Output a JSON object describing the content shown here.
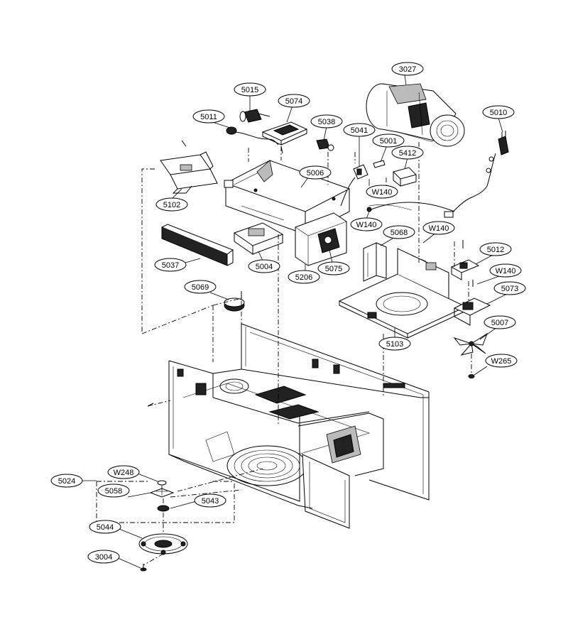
{
  "diagram": {
    "labels": [
      {
        "id": "3027",
        "text": "3027"
      },
      {
        "id": "5015",
        "text": "5015"
      },
      {
        "id": "5074",
        "text": "5074"
      },
      {
        "id": "5011",
        "text": "5011"
      },
      {
        "id": "5038",
        "text": "5038"
      },
      {
        "id": "5041",
        "text": "5041"
      },
      {
        "id": "5010",
        "text": "5010"
      },
      {
        "id": "5001",
        "text": "5001"
      },
      {
        "id": "5412",
        "text": "5412"
      },
      {
        "id": "5006",
        "text": "5006"
      },
      {
        "id": "W140a",
        "text": "W140"
      },
      {
        "id": "5102",
        "text": "5102"
      },
      {
        "id": "W140b",
        "text": "W140"
      },
      {
        "id": "W140c",
        "text": "W140"
      },
      {
        "id": "5068",
        "text": "5068"
      },
      {
        "id": "5012",
        "text": "5012"
      },
      {
        "id": "5037",
        "text": "5037"
      },
      {
        "id": "5004",
        "text": "5004"
      },
      {
        "id": "5075",
        "text": "5075"
      },
      {
        "id": "5206",
        "text": "5206"
      },
      {
        "id": "W140d",
        "text": "W140"
      },
      {
        "id": "5069",
        "text": "5069"
      },
      {
        "id": "5073",
        "text": "5073"
      },
      {
        "id": "5007",
        "text": "5007"
      },
      {
        "id": "5103",
        "text": "5103"
      },
      {
        "id": "W265",
        "text": "W265"
      },
      {
        "id": "5024",
        "text": "5024"
      },
      {
        "id": "W248",
        "text": "W248"
      },
      {
        "id": "5058",
        "text": "5058"
      },
      {
        "id": "5043",
        "text": "5043"
      },
      {
        "id": "5044",
        "text": "5044"
      },
      {
        "id": "3004",
        "text": "3004"
      }
    ]
  }
}
